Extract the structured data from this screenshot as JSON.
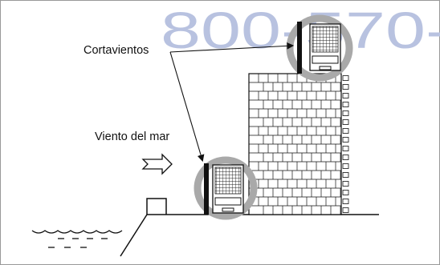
{
  "diagram": {
    "watermark": "800-570-",
    "labels": {
      "windbreak": "Cortavientos",
      "sea_wind": "Viento del mar"
    },
    "colors": {
      "watermark": "#b8c2e0",
      "line": "#111111",
      "halo": "#a9a9a9",
      "building_fill": "#ffffff"
    },
    "icons": [
      "wind-arrow-icon",
      "outdoor-unit-icon",
      "windbreak-icon",
      "water-icon"
    ]
  }
}
